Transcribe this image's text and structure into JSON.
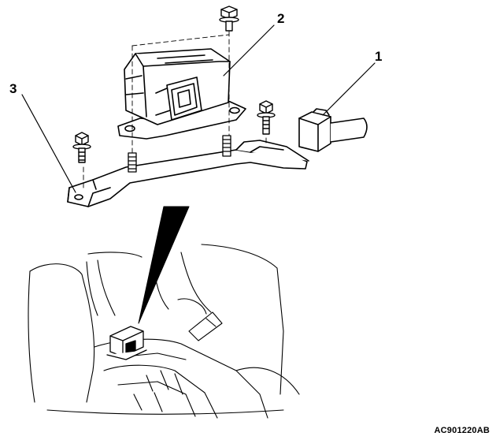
{
  "callouts": {
    "c1": "1",
    "c2": "2",
    "c3": "3"
  },
  "figure_code": "AC901220AB"
}
